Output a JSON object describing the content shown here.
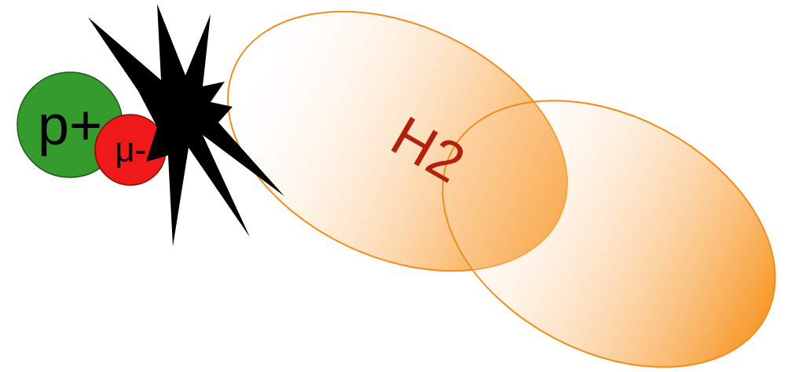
{
  "diagram": {
    "nodes": [
      {
        "text": [
          "p+"
        ]
      },
      {
        "text": [
          "μ-"
        ]
      },
      {
        "text": [
          "H2"
        ]
      }
    ]
  }
}
